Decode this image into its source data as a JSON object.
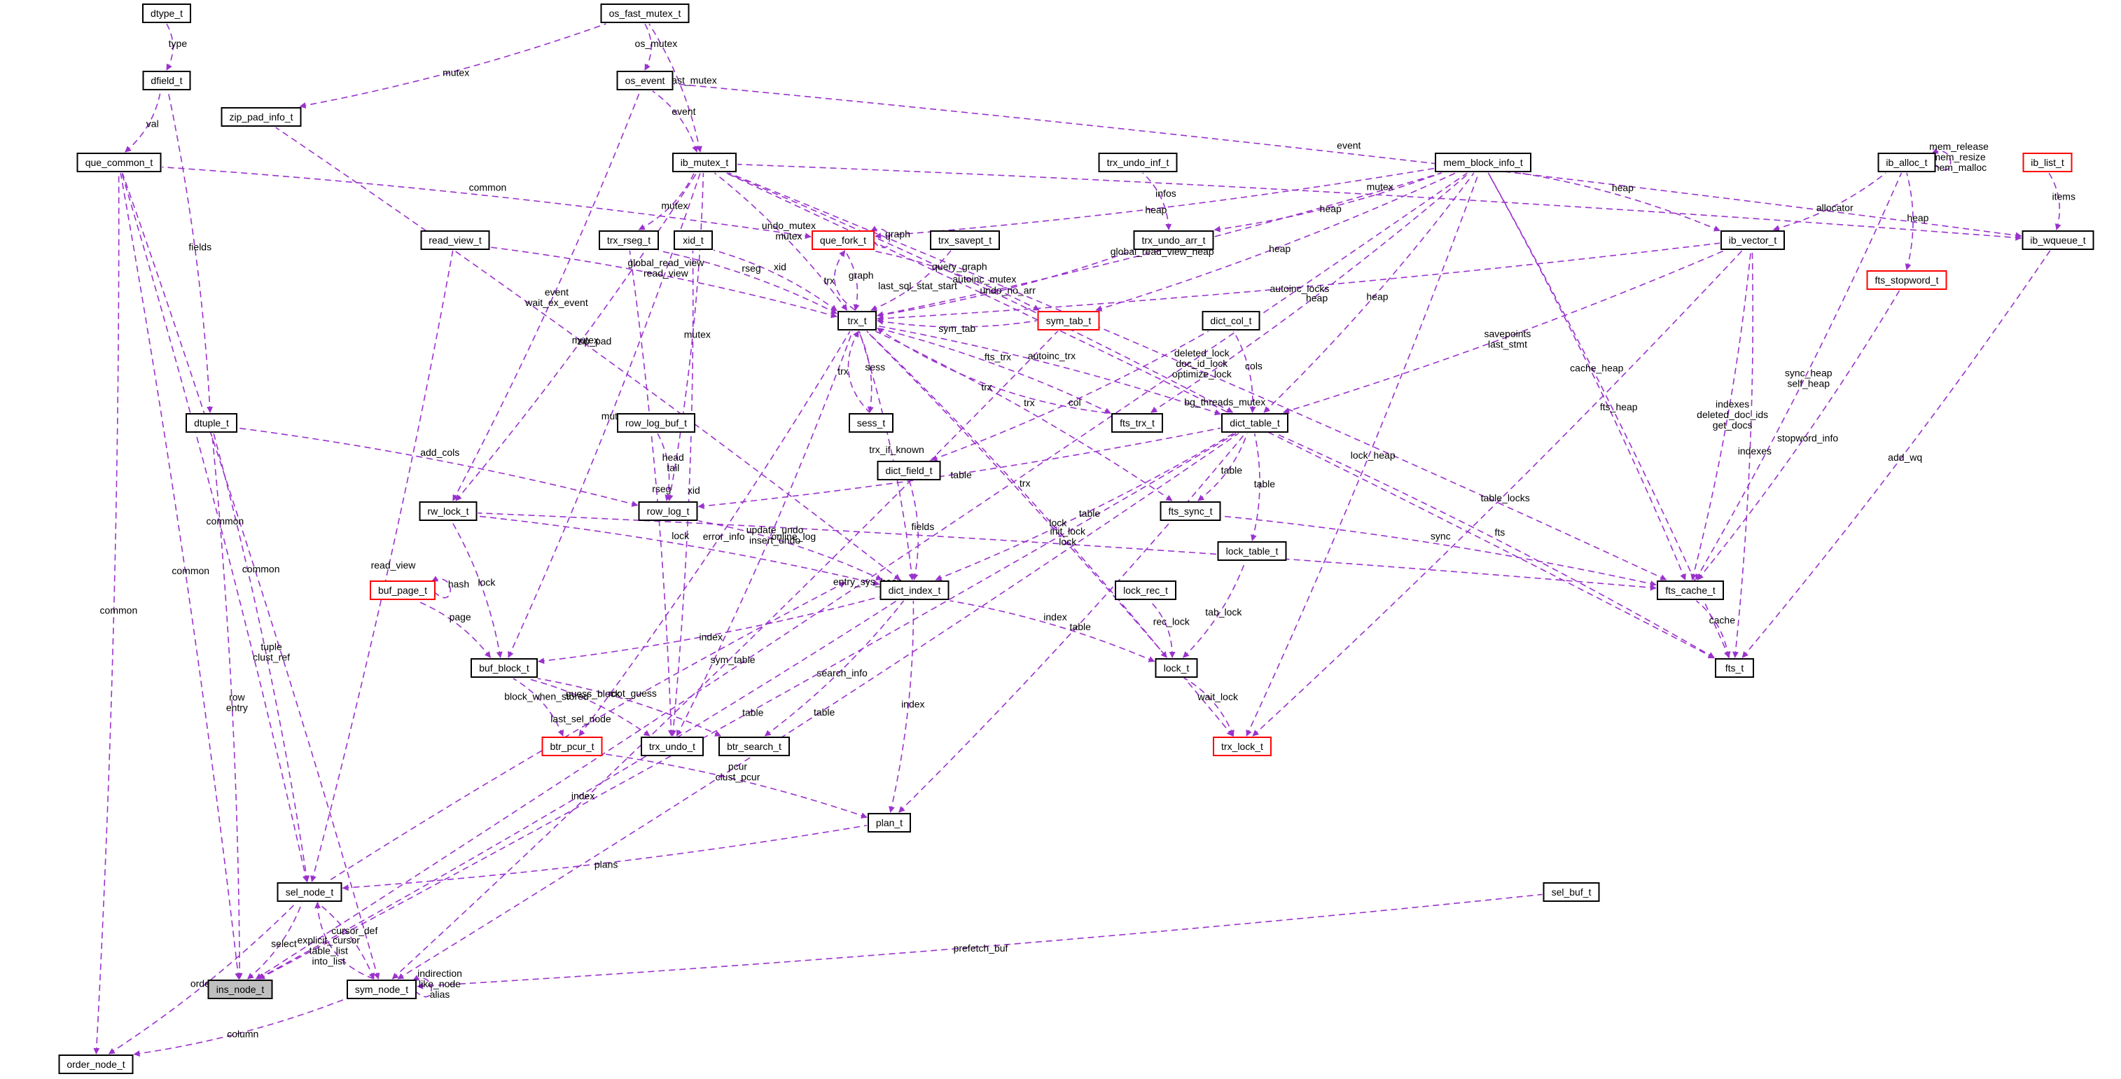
{
  "colors": {
    "edge": "#9a32cd",
    "node_border": "#000000",
    "node_border_incomplete": "#ff0000",
    "highlight_fill": "#bfbfbf"
  },
  "nodes": [
    {
      "id": "dtype_t",
      "label": "dtype_t",
      "style": "normal"
    },
    {
      "id": "dfield_t",
      "label": "dfield_t",
      "style": "normal"
    },
    {
      "id": "que_common_t",
      "label": "que_common_t",
      "style": "normal"
    },
    {
      "id": "os_fast_mutex_t",
      "label": "os_fast_mutex_t",
      "style": "normal"
    },
    {
      "id": "os_event",
      "label": "os_event",
      "style": "normal"
    },
    {
      "id": "zip_pad_info_t",
      "label": "zip_pad_info_t",
      "style": "normal"
    },
    {
      "id": "ib_mutex_t",
      "label": "ib_mutex_t",
      "style": "normal"
    },
    {
      "id": "trx_undo_inf_t",
      "label": "trx_undo_inf_t",
      "style": "normal"
    },
    {
      "id": "mem_block_info_t",
      "label": "mem_block_info_t",
      "style": "normal"
    },
    {
      "id": "ib_alloc_t",
      "label": "ib_alloc_t",
      "style": "normal"
    },
    {
      "id": "ib_list_t",
      "label": "ib_list_t",
      "style": "incomplete"
    },
    {
      "id": "read_view_t",
      "label": "read_view_t",
      "style": "normal"
    },
    {
      "id": "trx_rseg_t",
      "label": "trx_rseg_t",
      "style": "normal"
    },
    {
      "id": "xid_t",
      "label": "xid_t",
      "style": "normal"
    },
    {
      "id": "que_fork_t",
      "label": "que_fork_t",
      "style": "incomplete"
    },
    {
      "id": "trx_savept_t",
      "label": "trx_savept_t",
      "style": "normal"
    },
    {
      "id": "trx_undo_arr_t",
      "label": "trx_undo_arr_t",
      "style": "normal"
    },
    {
      "id": "ib_vector_t",
      "label": "ib_vector_t",
      "style": "normal"
    },
    {
      "id": "ib_wqueue_t",
      "label": "ib_wqueue_t",
      "style": "normal"
    },
    {
      "id": "trx_t",
      "label": "trx_t",
      "style": "normal"
    },
    {
      "id": "sym_tab_t",
      "label": "sym_tab_t",
      "style": "incomplete"
    },
    {
      "id": "fts_stopword_t",
      "label": "fts_stopword_t",
      "style": "incomplete"
    },
    {
      "id": "dict_col_t",
      "label": "dict_col_t",
      "style": "normal"
    },
    {
      "id": "sess_t",
      "label": "sess_t",
      "style": "normal"
    },
    {
      "id": "row_log_buf_t",
      "label": "row_log_buf_t",
      "style": "normal"
    },
    {
      "id": "fts_trx_t",
      "label": "fts_trx_t",
      "style": "normal"
    },
    {
      "id": "dict_table_t",
      "label": "dict_table_t",
      "style": "normal"
    },
    {
      "id": "dtuple_t",
      "label": "dtuple_t",
      "style": "normal"
    },
    {
      "id": "dict_field_t",
      "label": "dict_field_t",
      "style": "normal"
    },
    {
      "id": "row_log_t",
      "label": "row_log_t",
      "style": "normal"
    },
    {
      "id": "rw_lock_t",
      "label": "rw_lock_t",
      "style": "normal"
    },
    {
      "id": "fts_sync_t",
      "label": "fts_sync_t",
      "style": "normal"
    },
    {
      "id": "lock_table_t",
      "label": "lock_table_t",
      "style": "normal"
    },
    {
      "id": "buf_page_t",
      "label": "buf_page_t",
      "style": "incomplete"
    },
    {
      "id": "dict_index_t",
      "label": "dict_index_t",
      "style": "normal"
    },
    {
      "id": "lock_rec_t",
      "label": "lock_rec_t",
      "style": "normal"
    },
    {
      "id": "fts_cache_t",
      "label": "fts_cache_t",
      "style": "normal"
    },
    {
      "id": "buf_block_t",
      "label": "buf_block_t",
      "style": "normal"
    },
    {
      "id": "lock_t",
      "label": "lock_t",
      "style": "normal"
    },
    {
      "id": "fts_t",
      "label": "fts_t",
      "style": "normal"
    },
    {
      "id": "btr_pcur_t",
      "label": "btr_pcur_t",
      "style": "incomplete"
    },
    {
      "id": "trx_undo_t",
      "label": "trx_undo_t",
      "style": "normal"
    },
    {
      "id": "btr_search_t",
      "label": "btr_search_t",
      "style": "normal"
    },
    {
      "id": "trx_lock_t",
      "label": "trx_lock_t",
      "style": "incomplete"
    },
    {
      "id": "plan_t",
      "label": "plan_t",
      "style": "normal"
    },
    {
      "id": "sel_node_t",
      "label": "sel_node_t",
      "style": "normal"
    },
    {
      "id": "sel_buf_t",
      "label": "sel_buf_t",
      "style": "normal"
    },
    {
      "id": "ins_node_t",
      "label": "ins_node_t",
      "style": "highlight"
    },
    {
      "id": "sym_node_t",
      "label": "sym_node_t",
      "style": "normal"
    },
    {
      "id": "order_node_t",
      "label": "order_node_t",
      "style": "normal"
    }
  ],
  "edges": [
    {
      "from": "dtype_t",
      "to": "dfield_t",
      "labels": [
        "type"
      ]
    },
    {
      "from": "dfield_t",
      "to": "que_common_t",
      "labels": [
        "val"
      ]
    },
    {
      "from": "dfield_t",
      "to": "dtuple_t",
      "labels": [
        "fields"
      ]
    },
    {
      "from": "os_fast_mutex_t",
      "to": "zip_pad_info_t",
      "labels": [
        "mutex"
      ]
    },
    {
      "from": "os_fast_mutex_t",
      "to": "os_event",
      "labels": [
        "os_mutex"
      ]
    },
    {
      "from": "os_fast_mutex_t",
      "to": "ib_mutex_t",
      "labels": [
        "os_fast_mutex"
      ]
    },
    {
      "from": "os_event",
      "to": "ib_mutex_t",
      "labels": [
        "event"
      ]
    },
    {
      "from": "os_event",
      "to": "ib_wqueue_t",
      "labels": [
        "event"
      ]
    },
    {
      "from": "os_event",
      "to": "rw_lock_t",
      "labels": [
        "event",
        "wait_ex_event"
      ]
    },
    {
      "from": "zip_pad_info_t",
      "to": "dict_index_t",
      "labels": [
        "zip_pad"
      ]
    },
    {
      "from": "ib_mutex_t",
      "to": "trx_rseg_t",
      "labels": [
        "mutex"
      ]
    },
    {
      "from": "ib_mutex_t",
      "to": "trx_t",
      "labels": [
        "undo_mutex",
        "mutex"
      ]
    },
    {
      "from": "ib_mutex_t",
      "to": "ib_wqueue_t",
      "labels": [
        "mutex"
      ]
    },
    {
      "from": "ib_mutex_t",
      "to": "dict_table_t",
      "labels": [
        "autoinc_mutex"
      ]
    },
    {
      "from": "ib_mutex_t",
      "to": "fts_cache_t",
      "labels": [
        "deleted_lock",
        "doc_id_lock",
        "optimize_lock"
      ]
    },
    {
      "from": "ib_mutex_t",
      "to": "fts_t",
      "labels": [
        "bg_threads_mutex"
      ]
    },
    {
      "from": "ib_mutex_t",
      "to": "rw_lock_t",
      "labels": [
        "mutex"
      ]
    },
    {
      "from": "ib_mutex_t",
      "to": "buf_block_t",
      "labels": [
        "mutex"
      ]
    },
    {
      "from": "ib_mutex_t",
      "to": "row_log_t",
      "labels": [
        "mutex"
      ]
    },
    {
      "from": "que_common_t",
      "to": "que_fork_t",
      "labels": [
        "common"
      ]
    },
    {
      "from": "que_common_t",
      "to": "sel_node_t",
      "labels": [
        "common"
      ]
    },
    {
      "from": "que_common_t",
      "to": "ins_node_t",
      "labels": [
        "common"
      ]
    },
    {
      "from": "que_common_t",
      "to": "sym_node_t",
      "labels": [
        "common"
      ]
    },
    {
      "from": "que_common_t",
      "to": "order_node_t",
      "labels": [
        "common"
      ]
    },
    {
      "from": "trx_undo_inf_t",
      "to": "trx_undo_arr_t",
      "labels": [
        "infos"
      ]
    },
    {
      "from": "mem_block_info_t",
      "to": "que_fork_t",
      "labels": [
        "heap"
      ]
    },
    {
      "from": "mem_block_info_t",
      "to": "trx_undo_arr_t",
      "labels": [
        "heap"
      ]
    },
    {
      "from": "mem_block_info_t",
      "to": "trx_t",
      "labels": [
        "global_read_view_heap"
      ]
    },
    {
      "from": "mem_block_info_t",
      "to": "ib_vector_t",
      "labels": [
        "heap"
      ]
    },
    {
      "from": "mem_block_info_t",
      "to": "sym_tab_t",
      "labels": [
        "heap"
      ]
    },
    {
      "from": "mem_block_info_t",
      "to": "dict_table_t",
      "labels": [
        "heap"
      ]
    },
    {
      "from": "mem_block_info_t",
      "to": "fts_cache_t",
      "labels": [
        "cache_heap"
      ]
    },
    {
      "from": "mem_block_info_t",
      "to": "fts_t",
      "labels": [
        "fts_heap"
      ]
    },
    {
      "from": "mem_block_info_t",
      "to": "trx_lock_t",
      "labels": [
        "lock_heap"
      ]
    },
    {
      "from": "mem_block_info_t",
      "to": "ins_node_t",
      "labels": [
        "entry_sys_heap"
      ]
    },
    {
      "from": "mem_block_info_t",
      "to": "fts_trx_t",
      "labels": [
        "heap"
      ]
    },
    {
      "from": "ib_alloc_t",
      "to": "ib_alloc_t",
      "labels": [
        "mem_release",
        "mem_resize",
        "mem_malloc"
      ]
    },
    {
      "from": "ib_alloc_t",
      "to": "ib_vector_t",
      "labels": [
        "allocator"
      ]
    },
    {
      "from": "ib_alloc_t",
      "to": "fts_stopword_t",
      "labels": [
        "heap"
      ]
    },
    {
      "from": "ib_alloc_t",
      "to": "fts_cache_t",
      "labels": [
        "sync_heap",
        "self_heap"
      ]
    },
    {
      "from": "ib_list_t",
      "to": "ib_wqueue_t",
      "labels": [
        "items"
      ]
    },
    {
      "from": "read_view_t",
      "to": "trx_t",
      "labels": [
        "global_read_view",
        "read_view"
      ]
    },
    {
      "from": "read_view_t",
      "to": "sel_node_t",
      "labels": [
        "read_view"
      ]
    },
    {
      "from": "trx_rseg_t",
      "to": "trx_t",
      "labels": [
        "rseg"
      ]
    },
    {
      "from": "trx_rseg_t",
      "to": "trx_undo_t",
      "labels": [
        "rseg"
      ]
    },
    {
      "from": "xid_t",
      "to": "trx_t",
      "labels": [
        "xid"
      ]
    },
    {
      "from": "xid_t",
      "to": "trx_undo_t",
      "labels": [
        "xid"
      ]
    },
    {
      "from": "que_fork_t",
      "to": "que_fork_t",
      "labels": [
        "graph"
      ]
    },
    {
      "from": "que_fork_t",
      "to": "trx_t",
      "labels": [
        "graph"
      ]
    },
    {
      "from": "que_fork_t",
      "to": "sym_tab_t",
      "labels": [
        "query_graph"
      ]
    },
    {
      "from": "trx_savept_t",
      "to": "trx_t",
      "labels": [
        "last_sql_stat_start"
      ]
    },
    {
      "from": "trx_undo_arr_t",
      "to": "trx_t",
      "labels": [
        "undo_no_arr"
      ]
    },
    {
      "from": "ib_vector_t",
      "to": "trx_t",
      "labels": [
        "autoinc_locks"
      ]
    },
    {
      "from": "ib_vector_t",
      "to": "dict_table_t",
      "labels": [
        "savepoints",
        "last_stmt"
      ]
    },
    {
      "from": "ib_vector_t",
      "to": "fts_cache_t",
      "labels": [
        "indexes",
        "deleted_doc_ids",
        "get_docs"
      ]
    },
    {
      "from": "ib_vector_t",
      "to": "fts_t",
      "labels": [
        "indexes"
      ]
    },
    {
      "from": "ib_vector_t",
      "to": "trx_lock_t",
      "labels": [
        "table_locks"
      ]
    },
    {
      "from": "ib_wqueue_t",
      "to": "fts_t",
      "labels": [
        "add_wq"
      ]
    },
    {
      "from": "trx_t",
      "to": "que_fork_t",
      "labels": [
        "trx"
      ]
    },
    {
      "from": "trx_t",
      "to": "sess_t",
      "labels": [
        "sess"
      ]
    },
    {
      "from": "sess_t",
      "to": "trx_t",
      "labels": [
        "trx"
      ]
    },
    {
      "from": "trx_t",
      "to": "fts_trx_t",
      "labels": [
        "fts_trx"
      ]
    },
    {
      "from": "fts_trx_t",
      "to": "trx_t",
      "labels": [
        "trx"
      ]
    },
    {
      "from": "trx_t",
      "to": "dict_table_t",
      "labels": [
        "autoinc_trx"
      ]
    },
    {
      "from": "trx_t",
      "to": "fts_sync_t",
      "labels": [
        "trx"
      ]
    },
    {
      "from": "trx_t",
      "to": "lock_t",
      "labels": [
        "trx"
      ]
    },
    {
      "from": "trx_t",
      "to": "trx_lock_t",
      "labels": [
        "lock"
      ]
    },
    {
      "from": "trx_t",
      "to": "trx_undo_t",
      "labels": [
        "update_undo",
        "insert_undo"
      ]
    },
    {
      "from": "trx_t",
      "to": "dict_index_t",
      "labels": [
        "trx_if_known"
      ]
    },
    {
      "from": "trx_t",
      "to": "btr_pcur_t",
      "labels": [
        "error_info"
      ]
    },
    {
      "from": "sym_tab_t",
      "to": "sym_node_t",
      "labels": [
        "sym_table"
      ]
    },
    {
      "from": "sym_tab_t",
      "to": "trx_t",
      "labels": [
        "sym_tab"
      ]
    },
    {
      "from": "fts_stopword_t",
      "to": "fts_cache_t",
      "labels": [
        "stopword_info"
      ]
    },
    {
      "from": "dict_col_t",
      "to": "dict_table_t",
      "labels": [
        "cols"
      ]
    },
    {
      "from": "dict_col_t",
      "to": "dict_field_t",
      "labels": [
        "col"
      ]
    },
    {
      "from": "row_log_buf_t",
      "to": "row_log_t",
      "labels": [
        "head",
        "tail"
      ]
    },
    {
      "from": "dict_table_t",
      "to": "fts_sync_t",
      "labels": [
        "table"
      ]
    },
    {
      "from": "dict_table_t",
      "to": "dict_index_t",
      "labels": [
        "table"
      ]
    },
    {
      "from": "dict_table_t",
      "to": "lock_table_t",
      "labels": [
        "table"
      ]
    },
    {
      "from": "dict_table_t",
      "to": "fts_t",
      "labels": [
        "fts"
      ]
    },
    {
      "from": "dict_table_t",
      "to": "row_log_t",
      "labels": [
        "table"
      ]
    },
    {
      "from": "dict_table_t",
      "to": "plan_t",
      "labels": [
        "table"
      ]
    },
    {
      "from": "dict_table_t",
      "to": "ins_node_t",
      "labels": [
        "table"
      ]
    },
    {
      "from": "dict_table_t",
      "to": "sym_node_t",
      "labels": [
        "table"
      ]
    },
    {
      "from": "dtuple_t",
      "to": "row_log_t",
      "labels": [
        "add_cols"
      ]
    },
    {
      "from": "dtuple_t",
      "to": "sel_node_t",
      "labels": [
        "tuple",
        "clust_ref"
      ]
    },
    {
      "from": "dtuple_t",
      "to": "ins_node_t",
      "labels": [
        "row",
        "entry"
      ]
    },
    {
      "from": "dict_field_t",
      "to": "dict_index_t",
      "labels": [
        "fields"
      ]
    },
    {
      "from": "row_log_t",
      "to": "dict_index_t",
      "labels": [
        "online_log"
      ]
    },
    {
      "from": "rw_lock_t",
      "to": "dict_index_t",
      "labels": [
        "lock"
      ]
    },
    {
      "from": "rw_lock_t",
      "to": "buf_block_t",
      "labels": [
        "lock"
      ]
    },
    {
      "from": "rw_lock_t",
      "to": "fts_cache_t",
      "labels": [
        "init_lock",
        "lock"
      ]
    },
    {
      "from": "fts_sync_t",
      "to": "fts_cache_t",
      "labels": [
        "sync"
      ]
    },
    {
      "from": "lock_table_t",
      "to": "lock_t",
      "labels": [
        "tab_lock"
      ]
    },
    {
      "from": "buf_page_t",
      "to": "buf_page_t",
      "labels": [
        "hash"
      ]
    },
    {
      "from": "buf_page_t",
      "to": "buf_block_t",
      "labels": [
        "page"
      ]
    },
    {
      "from": "dict_index_t",
      "to": "buf_block_t",
      "labels": [
        "index"
      ]
    },
    {
      "from": "dict_index_t",
      "to": "lock_t",
      "labels": [
        "index"
      ]
    },
    {
      "from": "dict_index_t",
      "to": "plan_t",
      "labels": [
        "index"
      ]
    },
    {
      "from": "dict_index_t",
      "to": "ins_node_t",
      "labels": [
        "index"
      ]
    },
    {
      "from": "dict_index_t",
      "to": "btr_search_t",
      "labels": [
        "search_info"
      ]
    },
    {
      "from": "lock_rec_t",
      "to": "lock_t",
      "labels": [
        "rec_lock"
      ]
    },
    {
      "from": "fts_cache_t",
      "to": "fts_t",
      "labels": [
        "cache"
      ]
    },
    {
      "from": "buf_block_t",
      "to": "btr_pcur_t",
      "labels": [
        "block_when_stored"
      ]
    },
    {
      "from": "buf_block_t",
      "to": "trx_undo_t",
      "labels": [
        "guess_block"
      ]
    },
    {
      "from": "buf_block_t",
      "to": "btr_search_t",
      "labels": [
        "root_guess"
      ]
    },
    {
      "from": "lock_t",
      "to": "trx_lock_t",
      "labels": [
        "wait_lock"
      ]
    },
    {
      "from": "btr_pcur_t",
      "to": "plan_t",
      "labels": [
        "pcur",
        "clust_pcur"
      ]
    },
    {
      "from": "plan_t",
      "to": "sel_node_t",
      "labels": [
        "plans"
      ]
    },
    {
      "from": "sel_node_t",
      "to": "ins_node_t",
      "labels": [
        "select"
      ]
    },
    {
      "from": "sel_node_t",
      "to": "sym_node_t",
      "labels": [
        "cursor_def"
      ]
    },
    {
      "from": "sel_node_t",
      "to": "order_node_t",
      "labels": [
        "order_by"
      ]
    },
    {
      "from": "sel_node_t",
      "to": "last_sel_node",
      "labels": [
        "last_sel_node"
      ]
    },
    {
      "from": "sym_node_t",
      "to": "sel_node_t",
      "labels": [
        "explicit_cursor",
        "table_list",
        "into_list"
      ]
    },
    {
      "from": "sym_node_t",
      "to": "sym_node_t",
      "labels": [
        "indirection",
        "like_node",
        "alias"
      ]
    },
    {
      "from": "sym_node_t",
      "to": "order_node_t",
      "labels": [
        "column"
      ]
    },
    {
      "from": "sel_buf_t",
      "to": "sym_node_t",
      "labels": [
        "prefetch_buf"
      ]
    }
  ]
}
